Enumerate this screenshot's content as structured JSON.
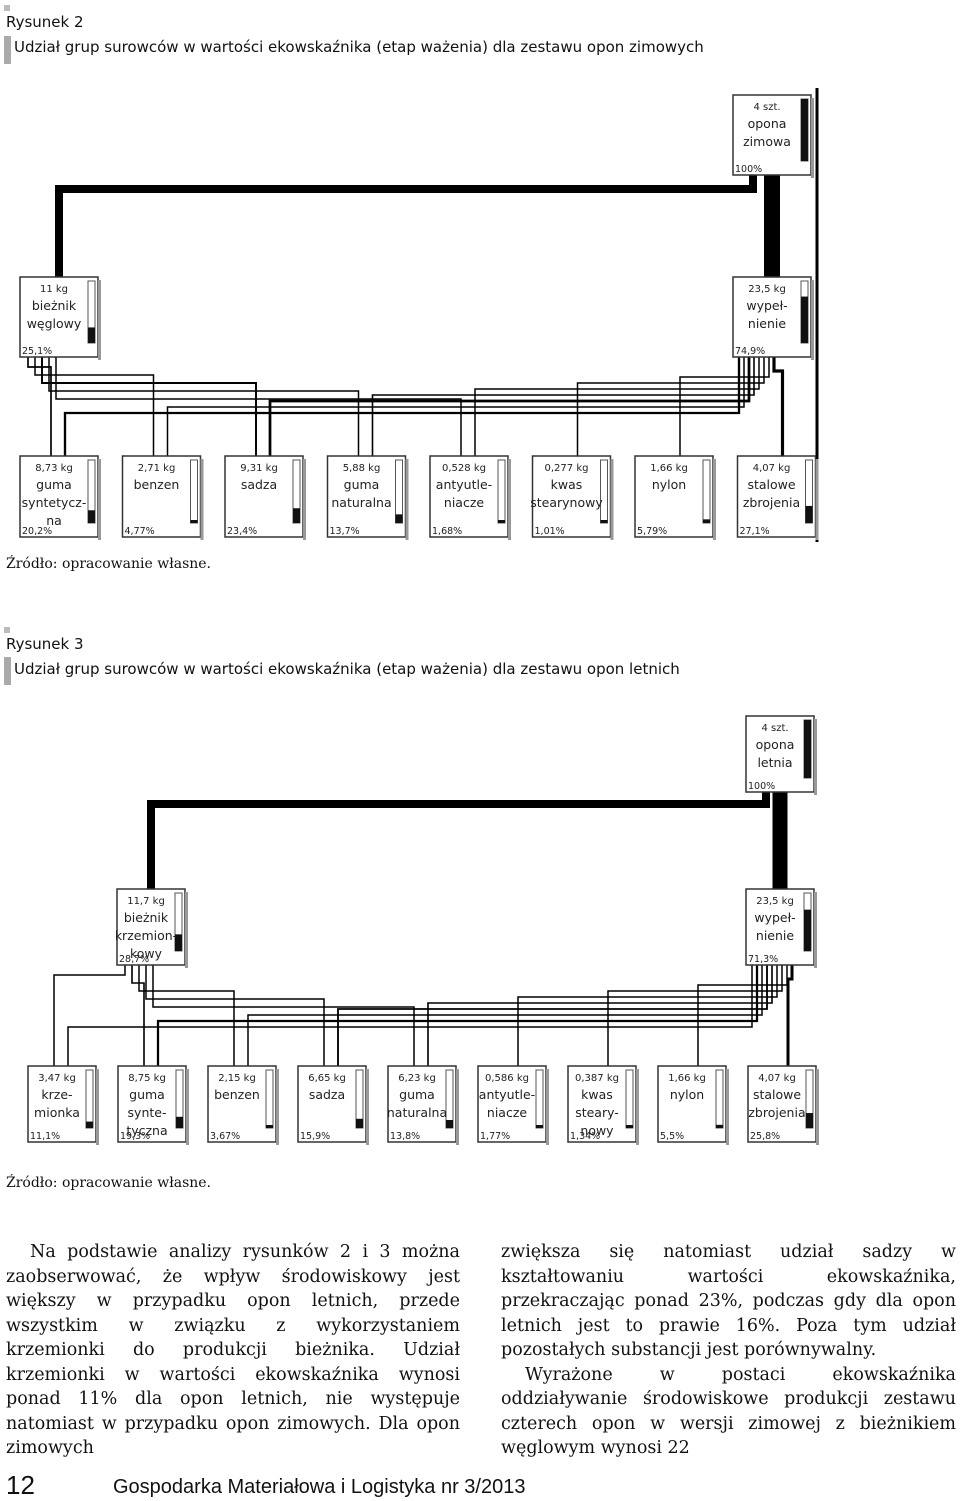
{
  "figure2": {
    "label": "Rysunek 2",
    "title": "Udział grup surowców w wartości ekowskaźnika (etap ważenia) dla zestawu opon zimowych",
    "source": "Źródło: opracowanie własne.",
    "top": {
      "weight": "4 szt.",
      "name": [
        "opona",
        "zimowa"
      ],
      "percent": "100%"
    },
    "mid_left": {
      "weight": "11 kg",
      "name": [
        "bieżnik",
        "węglowy"
      ],
      "percent": "25,1%"
    },
    "mid_right": {
      "weight": "23,5 kg",
      "name": [
        "wypeł-",
        "nienie"
      ],
      "percent": "74,9%"
    },
    "bottom": [
      {
        "weight": "8,73 kg",
        "name": [
          "guma",
          "syntetycz-",
          "na"
        ],
        "percent": "20,2%"
      },
      {
        "weight": "2,71 kg",
        "name": [
          "benzen"
        ],
        "percent": "4,77%"
      },
      {
        "weight": "9,31 kg",
        "name": [
          "sadza"
        ],
        "percent": "23,4%"
      },
      {
        "weight": "5,88 kg",
        "name": [
          "guma",
          "naturalna"
        ],
        "percent": "13,7%"
      },
      {
        "weight": "0,528 kg",
        "name": [
          "antyutle-",
          "niacze"
        ],
        "percent": "1,68%"
      },
      {
        "weight": "0,277 kg",
        "name": [
          "kwas",
          "stearynowy"
        ],
        "percent": "1,01%"
      },
      {
        "weight": "1,66 kg",
        "name": [
          "nylon"
        ],
        "percent": "5,79%"
      },
      {
        "weight": "4,07 kg",
        "name": [
          "stalowe",
          "zbrojenia"
        ],
        "percent": "27,1%"
      }
    ]
  },
  "figure3": {
    "label": "Rysunek 3",
    "title": "Udział grup surowców w wartości ekowskaźnika (etap ważenia) dla zestawu opon letnich",
    "source": "Źródło: opracowanie własne.",
    "top": {
      "weight": "4 szt.",
      "name": [
        "opona",
        "letnia"
      ],
      "percent": "100%"
    },
    "mid_left": {
      "weight": "11,7 kg",
      "name": [
        "bieżnik",
        "krzemion-",
        "kowy"
      ],
      "percent": "28,7%"
    },
    "mid_right": {
      "weight": "23,5 kg",
      "name": [
        "wypeł-",
        "nienie"
      ],
      "percent": "71,3%"
    },
    "bottom": [
      {
        "weight": "3,47 kg",
        "name": [
          "krze-",
          "mionka"
        ],
        "percent": "11,1%"
      },
      {
        "weight": "8,75 kg",
        "name": [
          "guma",
          "synte-",
          "tyczna"
        ],
        "percent": "19,3%"
      },
      {
        "weight": "2,15 kg",
        "name": [
          "benzen"
        ],
        "percent": "3,67%"
      },
      {
        "weight": "6,65 kg",
        "name": [
          "sadza"
        ],
        "percent": "15,9%"
      },
      {
        "weight": "6,23 kg",
        "name": [
          "guma",
          "naturalna"
        ],
        "percent": "13,8%"
      },
      {
        "weight": "0,586 kg",
        "name": [
          "antyutle-",
          "niacze"
        ],
        "percent": "1,77%"
      },
      {
        "weight": "0,387 kg",
        "name": [
          "kwas",
          "steary-",
          "nowy"
        ],
        "percent": "1,34%"
      },
      {
        "weight": "1,66 kg",
        "name": [
          "nylon"
        ],
        "percent": "5,5%"
      },
      {
        "weight": "4,07 kg",
        "name": [
          "stalowe",
          "zbrojenia"
        ],
        "percent": "25,8%"
      }
    ]
  },
  "text": {
    "left": "Na podstawie analizy rysunków 2 i 3 można zaobserwować, że wpływ środowiskowy jest większy w przypadku opon letnich, przede wszystkim w związku z wykorzystaniem krzemionki do produkcji bieżnika. Udział krzemionki w wartości ekowskaźnika wynosi ponad 11% dla opon letnich, nie występuje natomiast w przypadku opon zimowych. Dla opon zimowych",
    "right_p1": "zwiększa się natomiast udział sadzy w kształtowaniu wartości ekowskaźnika, przekraczając ponad 23%, podczas gdy dla opon letnich jest to prawie 16%. Poza tym udział pozostałych substancji jest porównywalny.",
    "right_p2": "Wyrażone w postaci ekowskaźnika oddziaływanie środowiskowe produkcji zestawu czterech opon w wersji zimowej z bieżnikiem węglowym wynosi 22"
  },
  "footer": {
    "page": "12",
    "journal": "Gospodarka Materiałowa i Logistyka nr 3/2013"
  }
}
